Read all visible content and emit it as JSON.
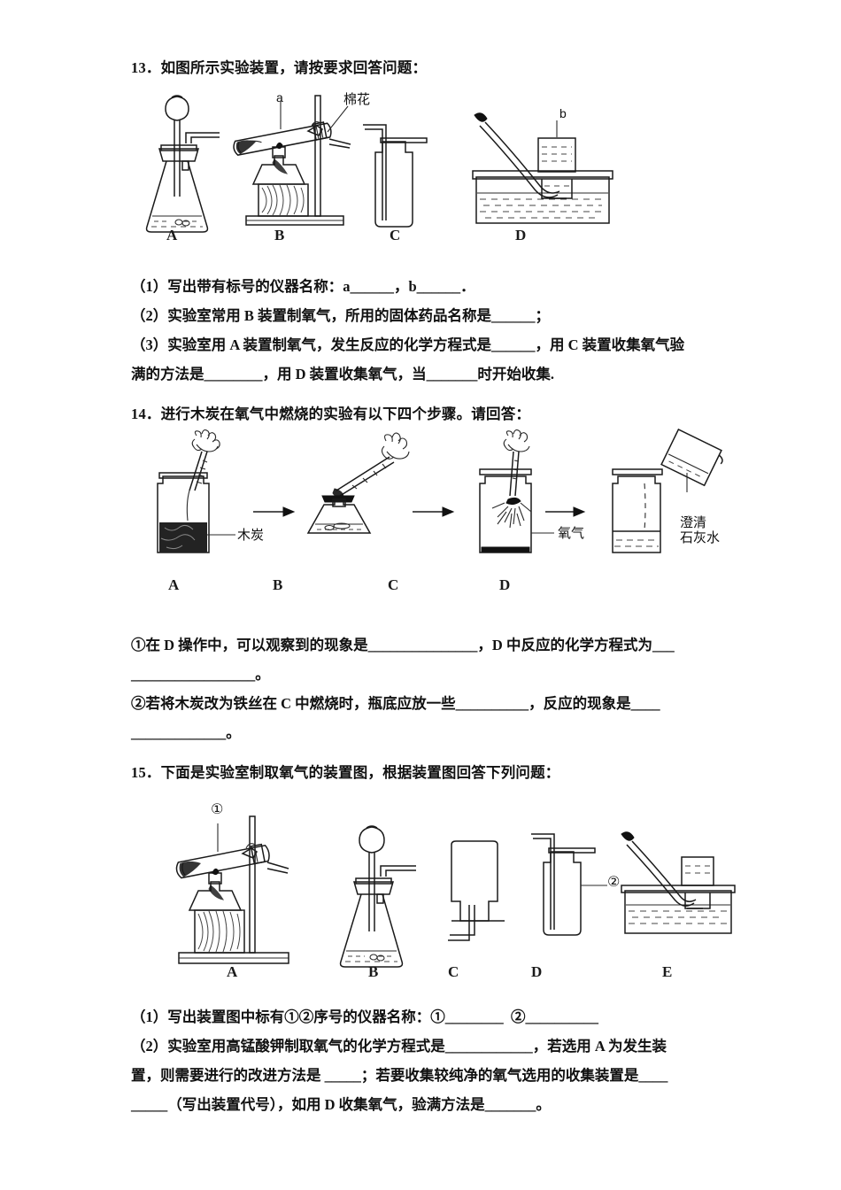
{
  "document": {
    "type": "chemistry-exam-worksheet",
    "language": "zh-CN"
  },
  "questions": [
    {
      "number": "13",
      "stem": "13．如图所示实验装置，请按要求回答问题：",
      "figure": {
        "name": "oxygen-preparation-apparatus-set-1",
        "device_labels": [
          "A",
          "B",
          "C",
          "D"
        ],
        "callouts": [
          {
            "id": "a",
            "text": "a",
            "refers_to": "test-tube"
          },
          {
            "id": "cotton",
            "text": "棉花",
            "refers_to": "cotton-plug"
          },
          {
            "id": "b",
            "text": "b",
            "refers_to": "gas-collecting-bottle"
          }
        ]
      },
      "parts": [
        "（1）写出带有标号的仪器名称：a______，b______．",
        "（2）实验室常用 B 装置制氧气，所用的固体药品名称是______；",
        "（3）实验室用 A 装置制氧气，发生反应的化学方程式是______，用 C 装置收集氧气验",
        "满的方法是________，用 D 装置收集氧气，当_______时开始收集."
      ]
    },
    {
      "number": "14",
      "stem": "14．进行木炭在氧气中燃烧的实验有以下四个步骤。请回答：",
      "figure": {
        "name": "charcoal-combustion-steps",
        "device_labels": [
          "A",
          "B",
          "C",
          "D"
        ],
        "callouts": [
          {
            "id": "charcoal",
            "text": "木炭",
            "refers_to": "charcoal-in-jar"
          },
          {
            "id": "oxygen",
            "text": "氧气",
            "refers_to": "oxygen-gas-jar"
          },
          {
            "id": "limewater",
            "text": "澄清\n石灰水",
            "refers_to": "clear-limewater-beaker"
          }
        ],
        "arrows": 3
      },
      "parts": [
        "①在 D 操作中，可以观察到的现象是_______________，D 中反应的化学方程式为___",
        "_________________。",
        "②若将木炭改为铁丝在 C 中燃烧时，瓶底应放一些__________，反应的现象是____",
        "_____________。"
      ]
    },
    {
      "number": "15",
      "stem": "15．下面是实验室制取氧气的装置图，根据装置图回答下列问题：",
      "figure": {
        "name": "oxygen-preparation-apparatus-set-2",
        "device_labels": [
          "A",
          "B",
          "C",
          "D",
          "E"
        ],
        "callouts": [
          {
            "id": "num1",
            "text": "①",
            "refers_to": "test-tube"
          },
          {
            "id": "num2",
            "text": "②",
            "refers_to": "gas-collecting-bottle"
          }
        ]
      },
      "parts": [
        "（1）写出装置图中标有①②序号的仪器名称：①________  ②__________",
        "（2）实验室用高锰酸钾制取氧气的化学方程式是____________，若选用 A 为发生装",
        "置，则需要进行的改进方法是 _____；若要收集较纯净的氧气选用的收集装置是____",
        "_____（写出装置代号），如用 D 收集氧气，验满方法是_______。"
      ]
    }
  ],
  "colors": {
    "ink": "#1a1a1a",
    "paper": "#ffffff",
    "charcoal": "#232323"
  }
}
